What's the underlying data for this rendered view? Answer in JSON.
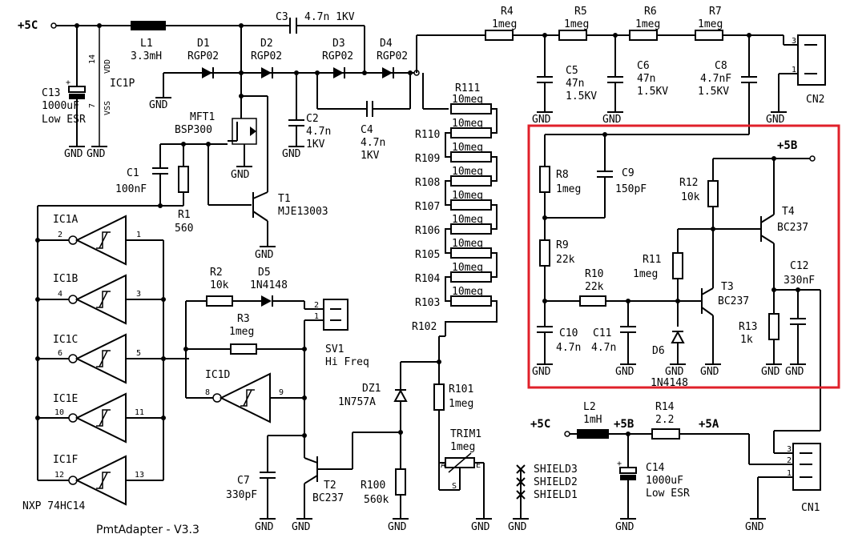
{
  "title": "PmtAdapter - V3.3",
  "rails": {
    "p5c": "+5C",
    "p5b": "+5B",
    "p5a": "+5A"
  },
  "gnd": "GND",
  "highlight_color": "#e0202a",
  "ic": {
    "ic1p": "IC1P",
    "vdd": "VDD",
    "vss": "VSS",
    "pin14": "14",
    "pin7": "7",
    "ic1a": "IC1A",
    "ic1b": "IC1B",
    "ic1c": "IC1C",
    "ic1d": "IC1D",
    "ic1e": "IC1E",
    "ic1f": "IC1F",
    "part": "NXP 74HC14",
    "pins": {
      "a_in": "2",
      "a_out": "1",
      "b_in": "4",
      "b_out": "3",
      "c_in": "6",
      "c_out": "5",
      "d_in": "8",
      "d_out": "9",
      "e_in": "10",
      "e_out": "11",
      "f_in": "12",
      "f_out": "13"
    }
  },
  "parts": {
    "L1": "L1",
    "L1v": "3.3mH",
    "C3": "C3",
    "C3v": "4.7n 1KV",
    "D1": "D1",
    "D2": "D2",
    "D3": "D3",
    "D4": "D4",
    "Dv": "RGP02",
    "C13": "C13",
    "C13v": "1000uF",
    "C13q": "Low ESR",
    "MFT1": "MFT1",
    "MFT1v": "BSP300",
    "C2": "C2",
    "C2v1": "4.7n",
    "C2v2": "1KV",
    "C4": "C4",
    "C4v1": "4.7n",
    "C4v2": "1KV",
    "C1": "C1",
    "C1v": "100nF",
    "R1": "R1",
    "R1v": "560",
    "T1": "T1",
    "T1v": "MJE13003",
    "R4": "R4",
    "R5": "R5",
    "R6": "R6",
    "R7": "R7",
    "meg1": "1meg",
    "C5": "C5",
    "C6": "C6",
    "C8": "C8",
    "C5v": "47n",
    "C6v": "47n",
    "C8v": "4.7nF",
    "kv15": "1.5KV",
    "CN2": "CN2",
    "cn2p3": "3",
    "cn2p1": "1",
    "R111": "R111",
    "R110": "R110",
    "R109": "R109",
    "R108": "R108",
    "R107": "R107",
    "R106": "R106",
    "R105": "R105",
    "R104": "R104",
    "R103": "R103",
    "R102": "R102",
    "meg10": "10meg",
    "R2": "R2",
    "R2v": "10k",
    "D5": "D5",
    "D5v": "1N4148",
    "R3": "R3",
    "R3v": "1meg",
    "SV1": "SV1",
    "SV1v": "Hi Freq",
    "sv1p2": "2",
    "sv1p1": "1",
    "DZ1": "DZ1",
    "DZ1v": "1N757A",
    "R101": "R101",
    "R101v": "1meg",
    "TRIM1": "TRIM1",
    "TRIM1v": "1meg",
    "trimA": "A",
    "trimE": "E",
    "trimS": "S",
    "R100": "R100",
    "R100v": "560k",
    "C7": "C7",
    "C7v": "330pF",
    "T2": "T2",
    "T2v": "BC237",
    "R8": "R8",
    "R8v": "1meg",
    "C9": "C9",
    "C9v": "150pF",
    "R12": "R12",
    "R12v": "10k",
    "T4": "T4",
    "T4v": "BC237",
    "R9": "R9",
    "R9v": "22k",
    "R11": "R11",
    "R11v": "1meg",
    "R10": "R10",
    "R10v": "22k",
    "T3": "T3",
    "T3v": "BC237",
    "C12": "C12",
    "C12v": "330nF",
    "C10": "C10",
    "C10v": "4.7n",
    "C11": "C11",
    "C11v": "4.7n",
    "D6": "D6",
    "D6v": "1N4148",
    "R13": "R13",
    "R13v": "1k",
    "L2": "L2",
    "L2v": "1mH",
    "R14": "R14",
    "R14v": "2.2",
    "C14": "C14",
    "C14v": "1000uF",
    "C14q": "Low ESR",
    "SH3": "SHIELD3",
    "SH2": "SHIELD2",
    "SH1": "SHIELD1",
    "CN1": "CN1",
    "cn1p3": "3",
    "cn1p2": "2",
    "cn1p1": "1"
  }
}
